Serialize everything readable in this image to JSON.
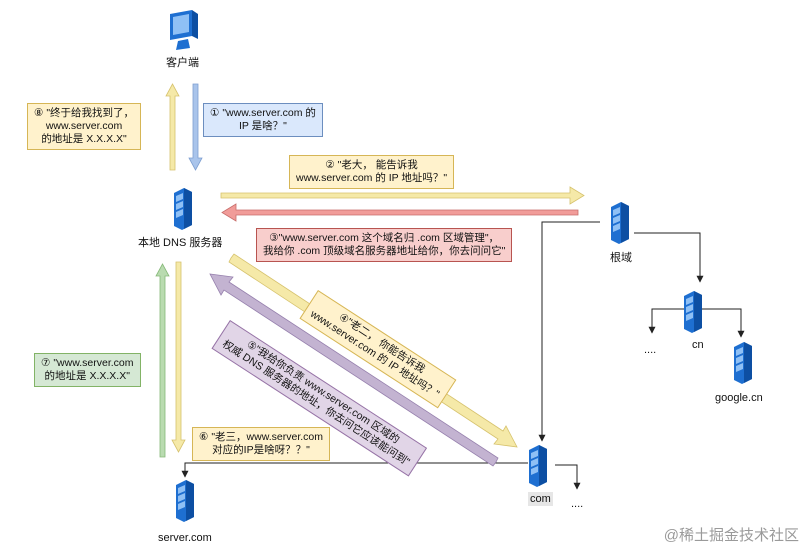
{
  "nodes": {
    "client": "客户端",
    "local_dns": "本地 DNS 服务器",
    "root": "根域",
    "cn": "cn",
    "cn_more": "....",
    "google_cn": "google.cn",
    "com": "com",
    "com_more": "....",
    "server_com": "server.com"
  },
  "messages": {
    "m1": {
      "lines": [
        "① \"www.server.com 的",
        "IP 是啥？\""
      ]
    },
    "m2": {
      "lines": [
        "② \"老大， 能告诉我",
        "www.server.com 的 IP 地址吗？\""
      ]
    },
    "m3": {
      "lines": [
        "③\"www.server.com 这个域名归 .com 区域管理\"，",
        "我给你 .com 顶级域名服务器地址给你，你去问问它\""
      ]
    },
    "m4": {
      "lines": [
        "④\"老二， 你能告诉我",
        "www.server.com 的 IP 地址吗？\""
      ]
    },
    "m5": {
      "lines": [
        "⑤\"我给你负责 www.server.com 区域的",
        "权威 DNS 服务器的地址，你去问它应该能问到\""
      ]
    },
    "m6": {
      "lines": [
        "⑥ \"老三，www.server.com",
        "对应的IP是啥呀？？\""
      ]
    },
    "m7": {
      "lines": [
        "⑦ \"www.server.com",
        "的地址是 X.X.X.X\""
      ]
    },
    "m8": {
      "lines": [
        "⑧ \"终于给我找到了，",
        "www.server.com",
        "的地址是 X.X.X.X\""
      ]
    }
  },
  "watermark": "@稀土掘金技术社区",
  "colors": {
    "yellow_arrow": "#f5e9a8",
    "blue_arrow": "#a9c4eb",
    "red_arrow": "#f19c99",
    "green_arrow": "#b9dbb0",
    "purple_arrow": "#c3b3d1",
    "server_blue": "#1e6fd1",
    "line": "#222222"
  },
  "icons": {
    "client": "desktop-monitor-icon",
    "server": "server-tower-icon"
  }
}
